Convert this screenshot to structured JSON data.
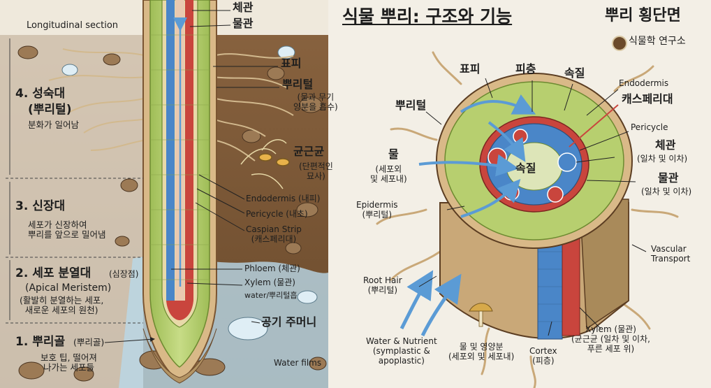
{
  "title": "식물 뿌리: 구조와 기능",
  "cross_section_title": "뿌리 횡단면",
  "publisher": "식물학 연구소",
  "colors": {
    "soil": "#7a5532",
    "soil_dark": "#5b3d22",
    "water": "#b9d8e8",
    "cortex_green": "#b7cf6f",
    "epidermis_tan": "#d9b988",
    "xylem_red": "#c9453d",
    "phloem_blue": "#4a86c8",
    "arrow_blue": "#5b9bd5"
  },
  "longitudinal": {
    "section_label": "Longitudinal section",
    "zones": [
      {
        "title": "4. 성숙대",
        "subtitle": "(뿌리털)",
        "desc": "분화가 일어남"
      },
      {
        "title": "3. 신장대",
        "desc": "세포가 신장하여\n뿌리를 앞으로 밀어냄"
      },
      {
        "title": "2. 세포 분열대",
        "title_note": "(심장점)",
        "subtitle": "(Apical Meristem)",
        "desc": "(활발히 분열하는 세포,\n새로운 세포의 원천)"
      },
      {
        "title": "1. 뿌리골",
        "title_note": "(뿌리골)",
        "desc": "보호 팁, 떨어져\n나가는 세포들"
      }
    ],
    "labels": {
      "phloem_top": "체관",
      "xylem_top": "물관",
      "epidermis": "표피",
      "root_hair": "뿌리털",
      "root_hair_desc": "(물과 무기\n양분을 흡수)",
      "fungus": "균근균",
      "fungus_desc": "(단편적인\n묘사)",
      "endodermis": "Endodermis (내피)",
      "pericycle": "Pericycle (내초)",
      "caspian": "Caspian Strip\n(캐스페리대)",
      "phloem": "Phloem (체관)",
      "xylem": "Xylem (물관)",
      "water_note": "water/뿌리털흡",
      "air_pocket": "공기 주머니",
      "water_films": "Water films"
    }
  },
  "cross": {
    "labels": {
      "epidermis": "표피",
      "pericycle_top": "피층",
      "pith_top": "속질",
      "endodermis": "Endodermis",
      "caspari": "캐스페리대",
      "pericycle": "Pericycle",
      "phloem": "체관",
      "phloem_desc": "(일차 및 이차)",
      "xylem": "물관",
      "xylem_desc": "(일차 및 이차)",
      "root_hair": "뿌리털",
      "water": "물",
      "water_desc": "(세포외\n및 세포내)",
      "pith_center": "속질",
      "epidermis_en": "Epidermis\n(뿌리털)",
      "vascular": "Vascular\nTransport",
      "root_hair_en": "Root Hair\n(뿌리털)",
      "water_nutrient": "Water & Nutrient\n(symplastic &\napoplastic)",
      "water_nutrient_ko": "물 및 영양분\n(세포외 및 세포내)",
      "cortex": "Cortex\n(피층)",
      "xylem_bottom": "Xylem (물관)\n(균근균 (일차 및 이차,\n푸른 세포 위)"
    }
  }
}
